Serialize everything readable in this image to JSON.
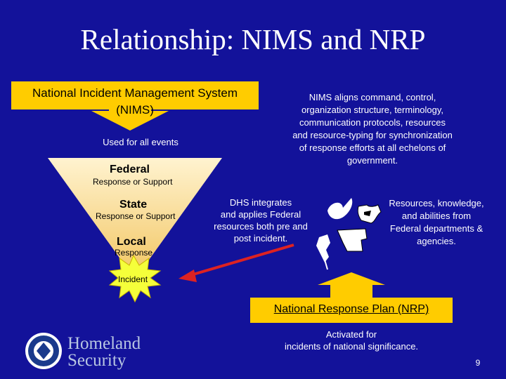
{
  "title": "Relationship:  NIMS and NRP",
  "nims": {
    "line1": "National Incident Management System",
    "line2": "(NIMS)",
    "used_for": "Used for all events"
  },
  "nims_desc": [
    "NIMS aligns command, control,",
    "organization structure, terminology,",
    "communication protocols, resources",
    "and resource-typing for synchronization",
    "of response efforts at all echelons of",
    "government."
  ],
  "pyramid": {
    "federal": "Federal",
    "federal_sub": "Response or Support",
    "state": "State",
    "state_sub": "Response or Support",
    "local": "Local",
    "local_sub": "Response"
  },
  "incident": "Incident",
  "dhs_text": [
    "DHS integrates",
    "and applies Federal",
    "resources both pre and",
    "post incident."
  ],
  "resources_text": [
    "Resources, knowledge,",
    "and abilities from",
    "Federal departments &",
    "agencies."
  ],
  "nrp": {
    "label": "National Response Plan (NRP)",
    "activated": [
      "Activated for",
      "incidents of national significance."
    ]
  },
  "logo": {
    "word1": "Homeland",
    "word2": "Security"
  },
  "page_number": "9",
  "colors": {
    "background": "#13129a",
    "accent": "#ffcc00",
    "arrow": "#dd2222"
  }
}
